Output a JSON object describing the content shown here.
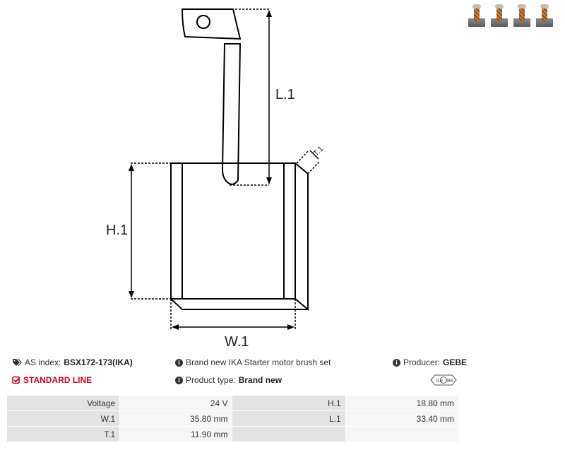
{
  "drawing": {
    "label_l1": "L.1",
    "label_h1": "H.1",
    "label_w1": "W.1",
    "label_t1": "T.1"
  },
  "thumbnails": [
    "thumb-1",
    "thumb-2",
    "thumb-3",
    "thumb-4"
  ],
  "info": {
    "as_index_label": "AS index:",
    "as_index_value": "BSX172-173(IKA)",
    "description": "Brand new IKA Starter motor brush set",
    "producer_label": "Producer:",
    "producer_value": "GEBE",
    "standard_line": "STANDARD LINE",
    "product_type_label": "Product type:",
    "product_type_value": "Brand new",
    "logo_text": "GEBE"
  },
  "specs": [
    {
      "label1": "Voltage",
      "value1": "24 V",
      "label2": "H.1",
      "value2": "18.80 mm"
    },
    {
      "label1": "W.1",
      "value1": "35.80 mm",
      "label2": "L.1",
      "value2": "33.40 mm"
    },
    {
      "label1": "T.1",
      "value1": "11.90 mm",
      "label2": "",
      "value2": ""
    }
  ],
  "colors": {
    "accent_red": "#d0021b",
    "line": "#000000"
  }
}
